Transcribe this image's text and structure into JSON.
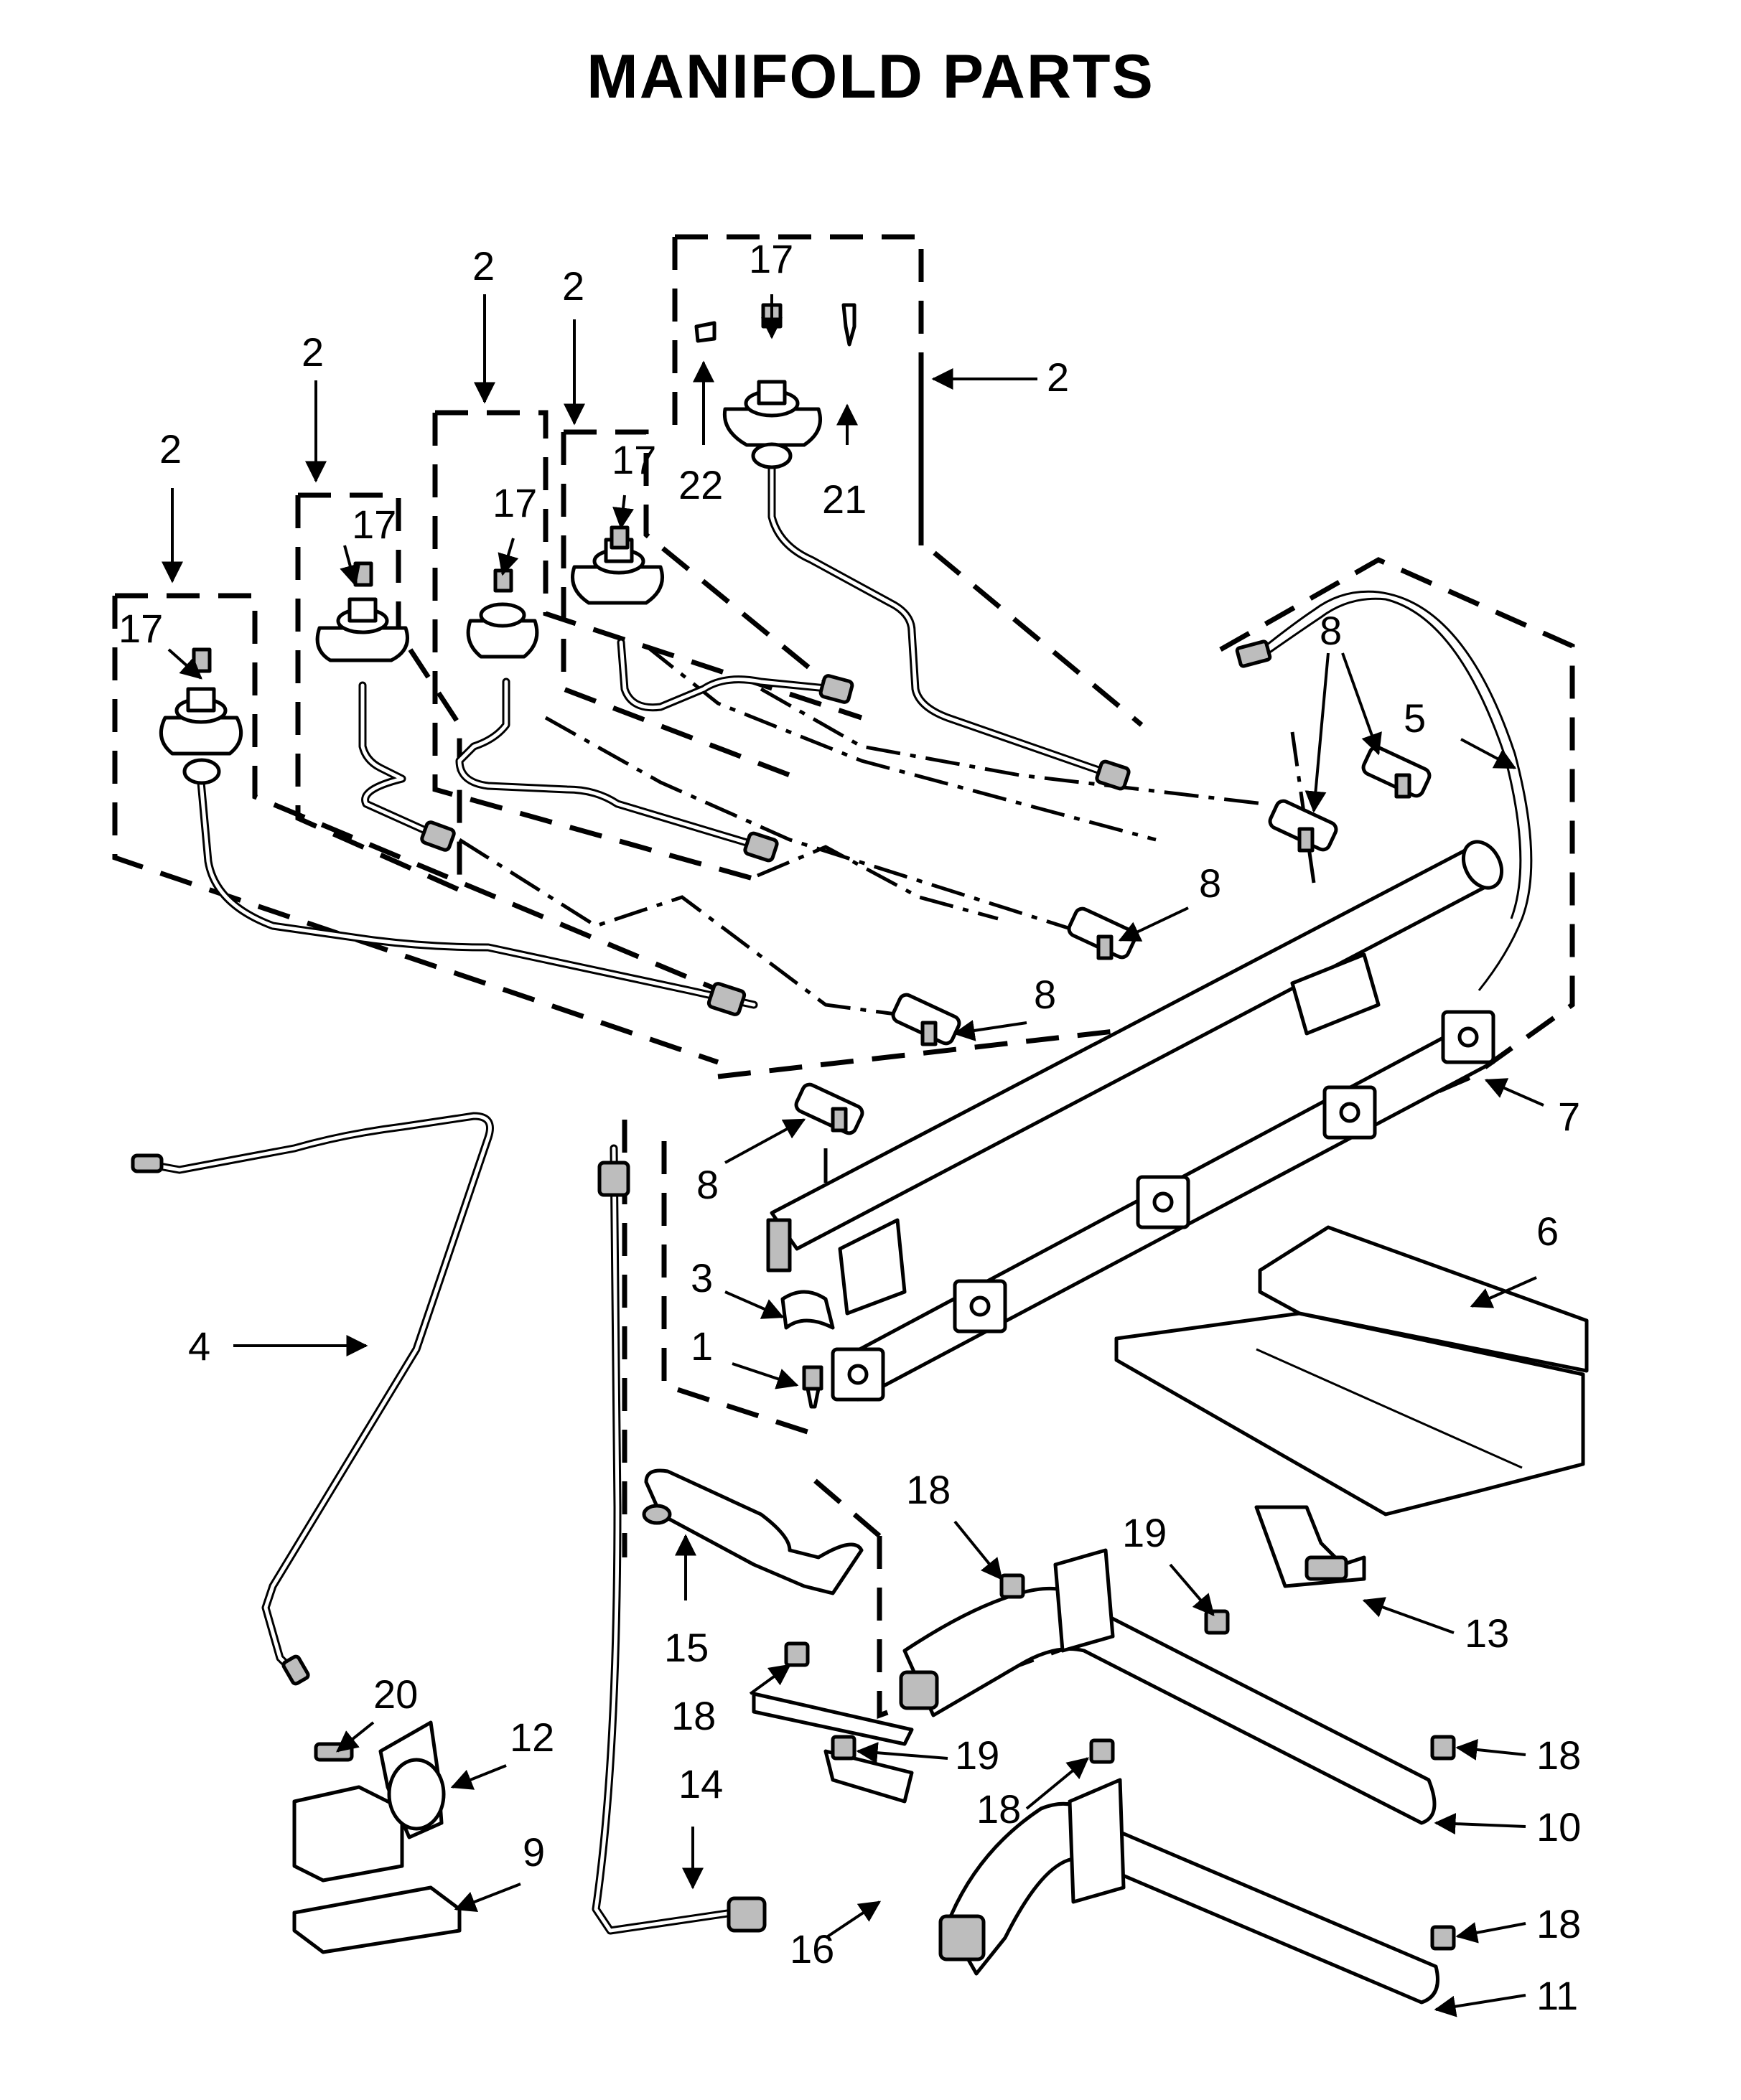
{
  "title": "MANIFOLD PARTS",
  "callouts": {
    "c1": "1",
    "c2": "2",
    "c3": "3",
    "c4": "4",
    "c5": "5",
    "c6": "6",
    "c7": "7",
    "c8": "8",
    "c9": "9",
    "c10": "10",
    "c11": "11",
    "c12": "12",
    "c13": "13",
    "c14": "14",
    "c15": "15",
    "c16": "16",
    "c17": "17",
    "c18": "18",
    "c19": "19",
    "c20": "20",
    "c21": "21",
    "c22": "22"
  }
}
